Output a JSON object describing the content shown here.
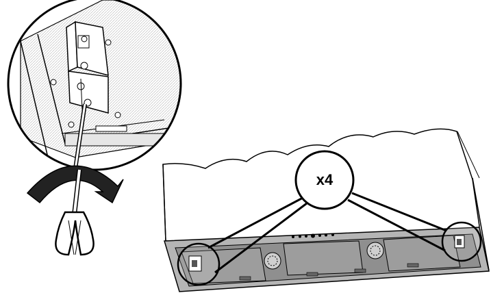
{
  "diagram": {
    "callout": {
      "quantity_label": "x4"
    },
    "colors": {
      "line": "#000000",
      "panel": "#b5b5b5",
      "panel_dark": "#8f8f8f",
      "hood_fill": "#ffffff",
      "wall_hatch": "#d4d4d4",
      "arrow": "#222222"
    },
    "icons": {
      "rotation": "curved-arrow-clockwise",
      "tool": "screwdriver"
    }
  }
}
